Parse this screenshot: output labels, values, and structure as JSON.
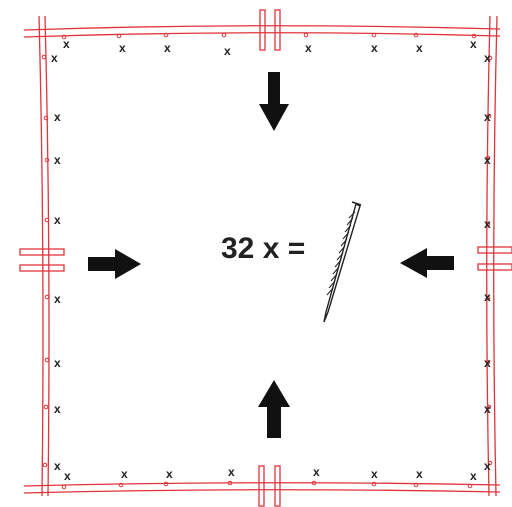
{
  "diagram": {
    "count_label": "32 x =",
    "nail_mark": "x",
    "colors": {
      "frame": "#e0343b",
      "ink": "#222222",
      "arrow": "#111111"
    },
    "icons": {
      "arrow_down": "arrow-down-icon",
      "arrow_up": "arrow-up-icon",
      "arrow_left": "arrow-left-icon",
      "arrow_right": "arrow-right-icon",
      "nail": "nail-icon"
    },
    "nail_count": 32
  }
}
